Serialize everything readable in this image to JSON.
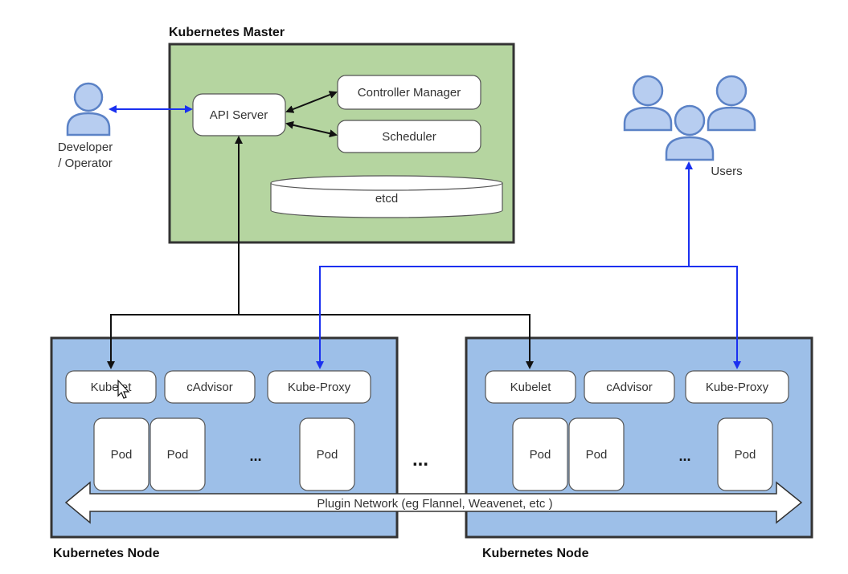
{
  "master": {
    "title": "Kubernetes Master",
    "api_server": "API Server",
    "controller_manager": "Controller Manager",
    "scheduler": "Scheduler",
    "etcd": "etcd"
  },
  "developer": {
    "label_line1": "Developer",
    "label_line2": "/ Operator"
  },
  "users": {
    "label": "Users"
  },
  "node_left": {
    "title": "Kubernetes Node",
    "kubelet": "Kubelet",
    "cadvisor": "cAdvisor",
    "kube_proxy": "Kube-Proxy",
    "pod1": "Pod",
    "pod2": "Pod",
    "ellipsis": "...",
    "pod3": "Pod"
  },
  "node_right": {
    "title": "Kubernetes Node",
    "kubelet": "Kubelet",
    "cadvisor": "cAdvisor",
    "kube_proxy": "Kube-Proxy",
    "pod1": "Pod",
    "pod2": "Pod",
    "ellipsis": "...",
    "pod3": "Pod"
  },
  "between_nodes_ellipsis": "...",
  "network": {
    "label": "Plugin Network (eg Flannel, Weavenet, etc )"
  },
  "colors": {
    "master_fill": "#b5d5a0",
    "node_fill": "#9dbfe8",
    "person_fill": "#b7cdf0",
    "person_stroke": "#5b82c6",
    "blue_arrow": "#1a30f0",
    "black_arrow": "#111111"
  }
}
